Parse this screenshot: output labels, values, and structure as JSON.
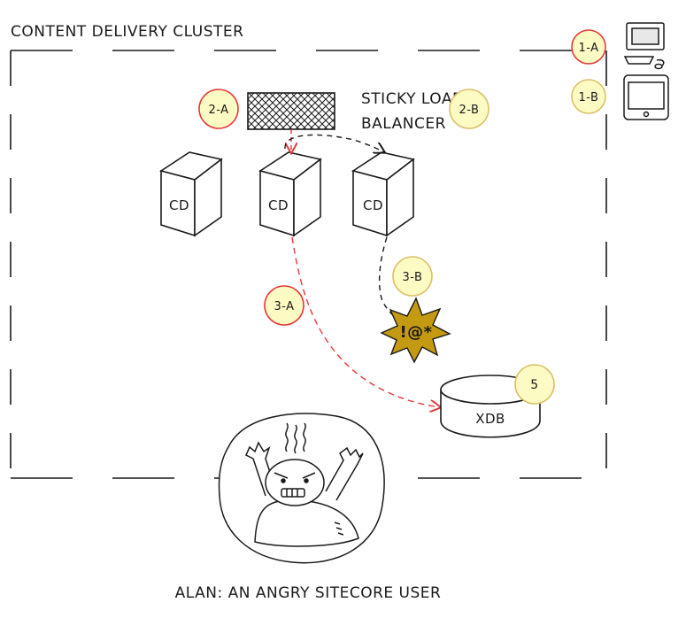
{
  "cluster_title": "CONTENT DELIVERY CLUSTER",
  "balancer_label_line1": "STICKY LOAD",
  "balancer_label_line2": "BALANCER",
  "servers": [
    {
      "label": "CD"
    },
    {
      "label": "CD"
    },
    {
      "label": "CD"
    }
  ],
  "database_label": "XDB",
  "burst_text": "!@*",
  "caption": "ALAN: AN ANGRY SITECORE USER",
  "badges": {
    "b1a": "1-A",
    "b1b": "1-B",
    "b2a": "2-A",
    "b2b": "2-B",
    "b3a": "3-A",
    "b3b": "3-B",
    "b5": "5"
  },
  "colors": {
    "badge_fill": "#fdfbc4",
    "badge_red_stroke": "#e5393a",
    "badge_yellow_stroke": "#d9c26a",
    "arrow_red": "#e5393a",
    "burst_fill": "#c49a12",
    "ink": "#1a1a1a"
  }
}
